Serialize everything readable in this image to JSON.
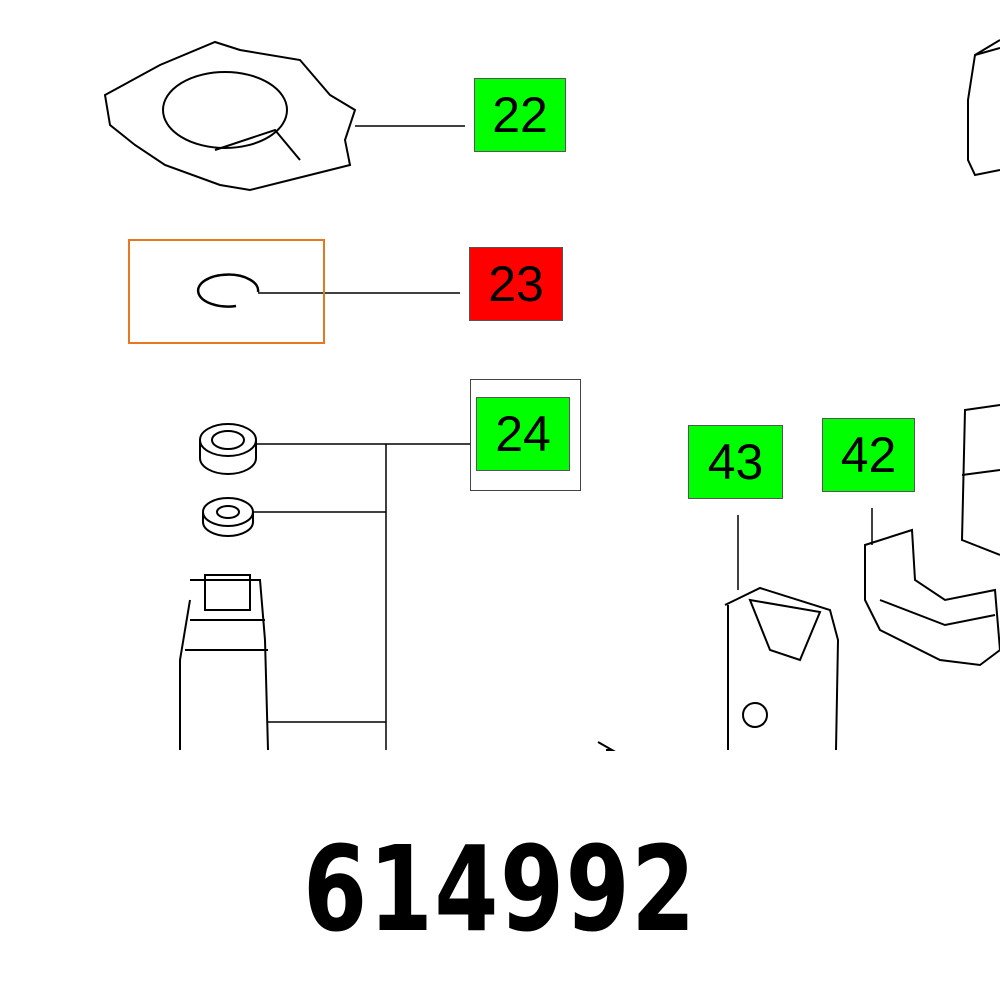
{
  "labels": [
    {
      "number": "22",
      "color": "#00ff00"
    },
    {
      "number": "23",
      "color": "#ff0000"
    },
    {
      "number": "24",
      "color": "#00ff00"
    },
    {
      "number": "43",
      "color": "#00ff00"
    },
    {
      "number": "42",
      "color": "#00ff00"
    }
  ],
  "highlight_color": "#e87722",
  "part_number": "614992"
}
